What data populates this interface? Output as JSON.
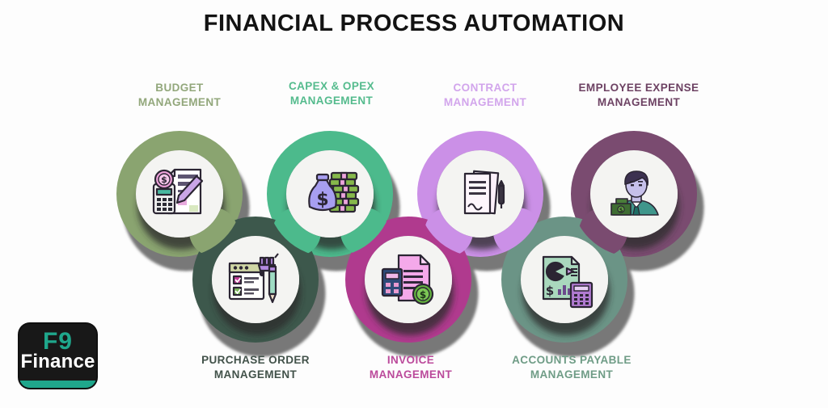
{
  "title": "FINANCIAL PROCESS AUTOMATION",
  "items": [
    {
      "name": "budget-management",
      "label_lines": [
        "BUDGET",
        "MANAGEMENT"
      ],
      "ring_color": "#8aa470",
      "label_color": "#92a77b",
      "icon": "calculator-coin-document-icon"
    },
    {
      "name": "capex-opex-management",
      "label_lines": [
        "CAPEX & OPEX",
        "MANAGEMENT"
      ],
      "ring_color": "#4cba8c",
      "label_color": "#54bb8d",
      "icon": "money-bag-cash-stack-icon"
    },
    {
      "name": "contract-management",
      "label_lines": [
        "CONTRACT",
        "MANAGEMENT"
      ],
      "ring_color": "#cb90e7",
      "label_color": "#d2a5ec",
      "icon": "contract-documents-pen-icon"
    },
    {
      "name": "employee-expense-management",
      "label_lines": [
        "EMPLOYEE EXPENSE",
        "MANAGEMENT"
      ],
      "ring_color": "#7a4b70",
      "label_color": "#6d4263",
      "icon": "employee-with-money-icon"
    },
    {
      "name": "purchase-order-management",
      "label_lines": [
        "PURCHASE ORDER",
        "MANAGEMENT"
      ],
      "ring_color": "#3d584c",
      "label_color": "#42524a",
      "icon": "order-checklist-cart-pencil-icon"
    },
    {
      "name": "invoice-management",
      "label_lines": [
        "INVOICE",
        "MANAGEMENT"
      ],
      "ring_color": "#b03a8e",
      "label_color": "#bb4a9b",
      "icon": "invoice-calculator-coin-icon"
    },
    {
      "name": "accounts-payable-management",
      "label_lines": [
        "ACCOUNTS PAYABLE",
        "MANAGEMENT"
      ],
      "ring_color": "#6b9486",
      "label_color": "#6f9c86",
      "icon": "payable-report-calculator-icon"
    }
  ],
  "logo": {
    "top": "F9",
    "bottom": "Finance",
    "accent_color": "#1fa78c",
    "background": "#181818",
    "text_color": "#ffffff"
  }
}
